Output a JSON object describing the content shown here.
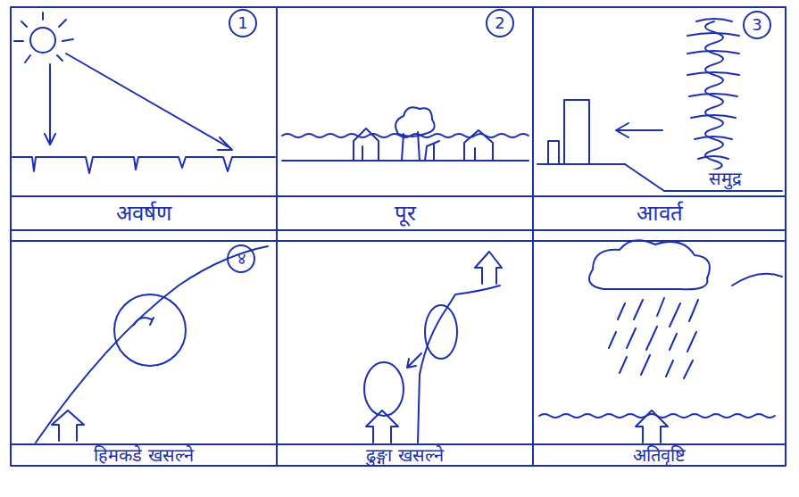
{
  "diagram": {
    "nodes": [
      {
        "text": [
          "अवर्षण"
        ]
      },
      {
        "text": [
          "पूर"
        ]
      },
      {
        "text": [
          "आवर्त"
        ]
      },
      {
        "text": [
          "हिमकडे खसल्ने"
        ]
      },
      {
        "text": [
          "ढुङ्गा खसल्ने"
        ]
      },
      {
        "text": [
          "अतिवृष्टि"
        ]
      }
    ],
    "labels": [
      "1",
      "2",
      "3",
      "४",
      "समुद्र"
    ]
  }
}
